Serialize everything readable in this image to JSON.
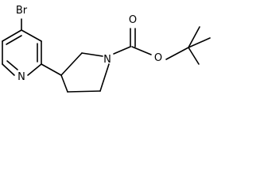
{
  "molecule": {
    "atoms": {
      "bromine": "Br",
      "pyridine_nitrogen": "N",
      "pyrrolidine_nitrogen": "N",
      "carbonyl_oxygen": "O",
      "ester_oxygen": "O"
    },
    "colors": {
      "bond": "#000000",
      "label": "#000000",
      "background": "#ffffff"
    }
  }
}
